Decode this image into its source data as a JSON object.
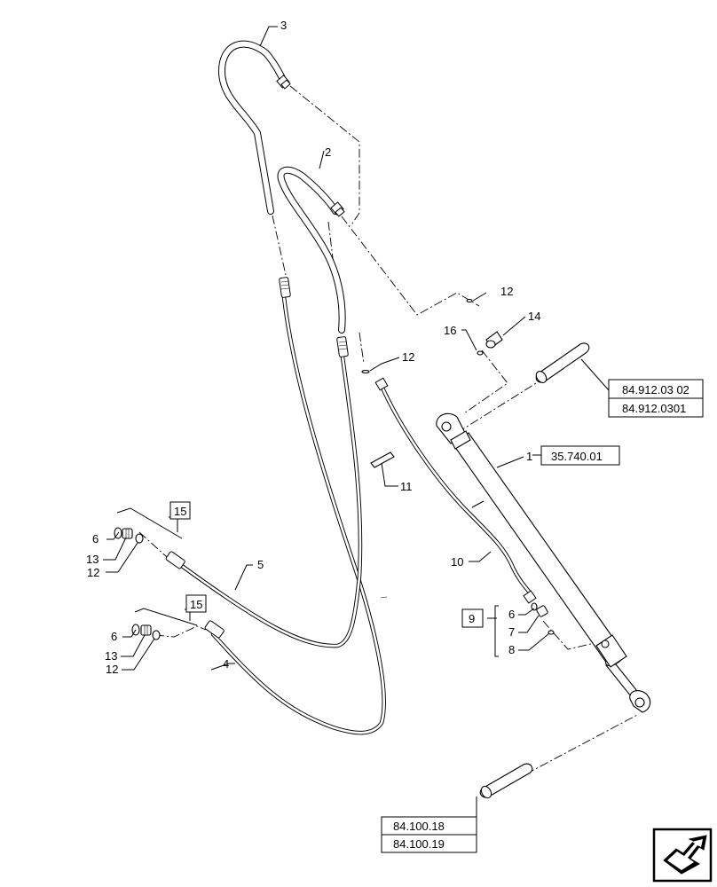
{
  "callouts": {
    "c3": "3",
    "c2": "2",
    "c12a": "12",
    "c14": "14",
    "c16": "16",
    "c12b": "12",
    "c11": "11",
    "c1": "1",
    "c10": "10",
    "c5": "5",
    "c4": "4",
    "c15a": "15",
    "c6a": "6",
    "c13a": "13",
    "c12c": "12",
    "c15b": "15",
    "c6b": "6",
    "c13b": "13",
    "c12d": "12",
    "c9": "9",
    "c6c": "6",
    "c7": "7",
    "c8": "8"
  },
  "references": {
    "cylinder_ref": "35.740.01",
    "pin_top_ref_1": "84.912.03 02",
    "pin_top_ref_2": "84.912.0301",
    "pin_bottom_ref_1": "84.100.18",
    "pin_bottom_ref_2": "84.100.19"
  },
  "nav": {
    "icon": "next-page-arrow-icon"
  }
}
